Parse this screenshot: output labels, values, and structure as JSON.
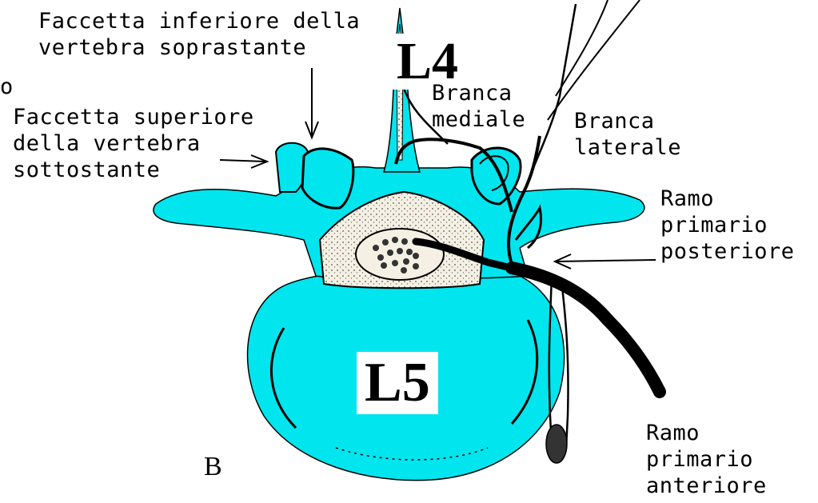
{
  "labels": {
    "faccetta_inferiore": "Faccetta inferiore della\nvertebra soprastante",
    "faccetta_superiore": "Faccetta superiore\ndella vertebra\nsottostante",
    "branca_mediale": "Branca\nmediale",
    "branca_laterale": "Branca\nlaterale",
    "ramo_posteriore": "Ramo\nprimario\nposteriore",
    "ramo_anteriore": "Ramo\nprimario\nanteriore",
    "cut_off": "o"
  },
  "vertebrae": {
    "upper": "L4",
    "lower": "L5"
  },
  "panel": "B",
  "colors": {
    "bone": "#00E5EE",
    "outline": "#000000",
    "canal": "#F4F1E4",
    "background": "#FFFFFF"
  }
}
